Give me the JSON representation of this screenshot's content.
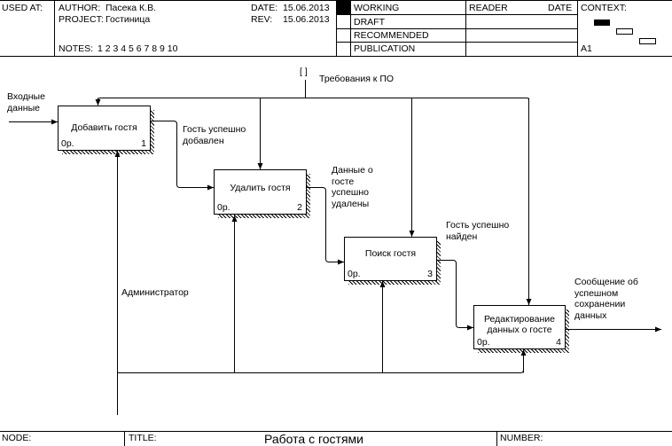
{
  "header": {
    "used_at": "USED AT:",
    "author_label": "AUTHOR:",
    "author": "Пасека К.В.",
    "project_label": "PROJECT:",
    "project": "Гостиница",
    "date_label": "DATE:",
    "date": "15.06.2013",
    "rev_label": "REV:",
    "rev": "15.06.2013",
    "notes_label": "NOTES:",
    "notes": "1  2  3  4  5  6  7  8  9  10",
    "status": [
      "WORKING",
      "DRAFT",
      "RECOMMENDED",
      "PUBLICATION"
    ],
    "reader": "READER",
    "date2": "DATE",
    "context": "CONTEXT:",
    "context_node": "A1"
  },
  "footer": {
    "node": "NODE:",
    "title_label": "TITLE:",
    "title": "Работа с гостями",
    "number": "NUMBER:"
  },
  "diagram": {
    "boxes": [
      {
        "name": "Добавить гостя",
        "cost": "0р.",
        "num": "1"
      },
      {
        "name": "Удалить гостя",
        "cost": "0р.",
        "num": "2"
      },
      {
        "name": "Поиск гостя",
        "cost": "0р.",
        "num": "3"
      },
      {
        "name": "Редактирование данных о госте",
        "cost": "0р.",
        "num": "4"
      }
    ],
    "labels": {
      "input": "Входные\nданные",
      "control": "Требования к ПО",
      "tunnel": "[ ]",
      "out1": "Гость успешно\nдобавлен",
      "out2": "Данные о\nгосте\nуспешно\nудалены",
      "out3": "Гость успешно\nнайден",
      "output": "Сообщение об\nуспешном\nсохранении\nданных",
      "mechanism": "Администратор"
    }
  }
}
